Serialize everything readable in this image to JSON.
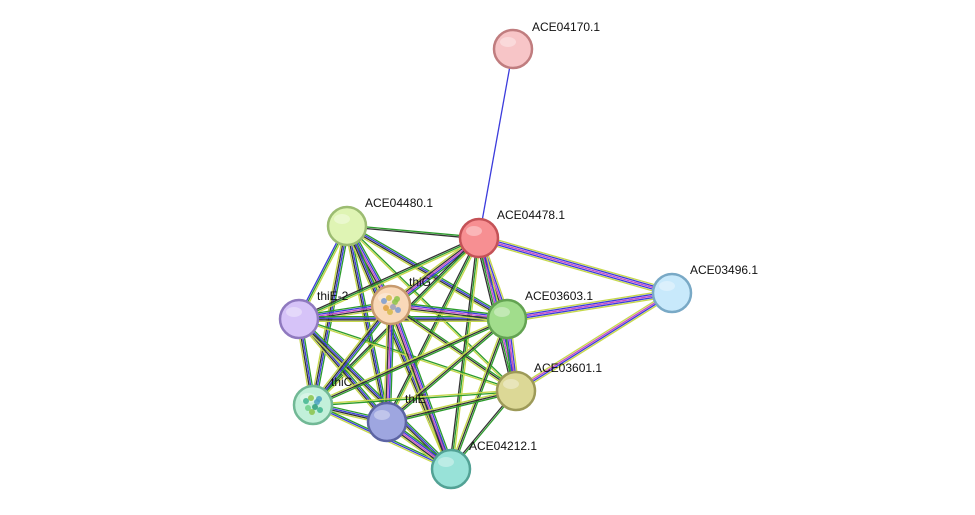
{
  "network": {
    "nodes": [
      {
        "id": "ACE04170.1",
        "label": "ACE04170.1",
        "fill": "#f7c5c7",
        "stroke": "#c07d7f"
      },
      {
        "id": "ACE04480.1",
        "label": "ACE04480.1",
        "fill": "#dff4b4",
        "stroke": "#9cbc72"
      },
      {
        "id": "ACE04478.1",
        "label": "ACE04478.1",
        "fill": "#f78f92",
        "stroke": "#c45257"
      },
      {
        "id": "ACE03496.1",
        "label": "ACE03496.1",
        "fill": "#c8e9fb",
        "stroke": "#79a9c6"
      },
      {
        "id": "thiE-2",
        "label": "thiE-2",
        "fill": "#d6c3f8",
        "stroke": "#8f79bf"
      },
      {
        "id": "thiG",
        "label": "thiG",
        "fill": "#f9d9b9",
        "stroke": "#c79a6e"
      },
      {
        "id": "ACE03603.1",
        "label": "ACE03603.1",
        "fill": "#a1dd8c",
        "stroke": "#63a352"
      },
      {
        "id": "ACE03601.1",
        "label": "ACE03601.1",
        "fill": "#dcd896",
        "stroke": "#9d9a58"
      },
      {
        "id": "thiC",
        "label": "thiC",
        "fill": "#c2f0da",
        "stroke": "#71b895"
      },
      {
        "id": "thiE",
        "label": "thiE",
        "fill": "#9ea6e0",
        "stroke": "#5c64a3"
      },
      {
        "id": "ACE04212.1",
        "label": "ACE04212.1",
        "fill": "#98e2d8",
        "stroke": "#52a295"
      }
    ],
    "edges": [
      {
        "a": "ACE04170.1",
        "b": "ACE04478.1",
        "colors": [
          "#3b3bdc"
        ]
      },
      {
        "a": "ACE04478.1",
        "b": "ACE03496.1",
        "colors": [
          "#c6d84a",
          "#3b3bdc",
          "#c74ac7",
          "#3b3bdc",
          "#c6d84a"
        ]
      },
      {
        "a": "ACE03603.1",
        "b": "ACE03496.1",
        "colors": [
          "#c6d84a",
          "#3b3bdc",
          "#c74ac7",
          "#3b3bdc",
          "#c6d84a"
        ]
      },
      {
        "a": "ACE03601.1",
        "b": "ACE03496.1",
        "colors": [
          "#c6d84a",
          "#c74ac7",
          "#3b3bdc",
          "#c6d84a"
        ]
      },
      {
        "a": "ACE04480.1",
        "b": "ACE04478.1",
        "colors": [
          "#2c9c2c",
          "#333333"
        ]
      },
      {
        "a": "ACE04480.1",
        "b": "thiE-2",
        "colors": [
          "#c6d84a",
          "#2c9c2c",
          "#3b3bdc"
        ]
      },
      {
        "a": "ACE04480.1",
        "b": "thiG",
        "colors": [
          "#2c9c2c",
          "#3b3bdc",
          "#c74ac7",
          "#333333",
          "#c6d84a"
        ]
      },
      {
        "a": "ACE04480.1",
        "b": "ACE03603.1",
        "colors": [
          "#2c9c2c",
          "#3b3bdc",
          "#333333",
          "#c6d84a"
        ]
      },
      {
        "a": "ACE04480.1",
        "b": "ACE03601.1",
        "colors": [
          "#2c9c2c",
          "#c6d84a"
        ]
      },
      {
        "a": "ACE04480.1",
        "b": "thiC",
        "colors": [
          "#2c9c2c",
          "#3b3bdc",
          "#333333",
          "#c6d84a"
        ]
      },
      {
        "a": "ACE04480.1",
        "b": "thiE",
        "colors": [
          "#2c9c2c",
          "#3b3bdc",
          "#333333",
          "#c6d84a"
        ]
      },
      {
        "a": "ACE04480.1",
        "b": "ACE04212.1",
        "colors": [
          "#2c9c2c",
          "#3b3bdc",
          "#333333",
          "#c6d84a"
        ]
      },
      {
        "a": "ACE04478.1",
        "b": "thiE-2",
        "colors": [
          "#c6d84a",
          "#2c9c2c",
          "#333333"
        ]
      },
      {
        "a": "ACE04478.1",
        "b": "thiG",
        "colors": [
          "#2c9c2c",
          "#3b3bdc",
          "#c74ac7",
          "#333333",
          "#c6d84a"
        ]
      },
      {
        "a": "ACE04478.1",
        "b": "ACE03603.1",
        "colors": [
          "#c6d84a",
          "#3b3bdc",
          "#c74ac7",
          "#333333",
          "#2c9c2c"
        ]
      },
      {
        "a": "ACE04478.1",
        "b": "ACE03601.1",
        "colors": [
          "#c6d84a",
          "#3b3bdc",
          "#c74ac7",
          "#2c9c2c",
          "#333333"
        ]
      },
      {
        "a": "ACE04478.1",
        "b": "thiC",
        "colors": [
          "#c6d84a",
          "#2c9c2c",
          "#333333"
        ]
      },
      {
        "a": "ACE04478.1",
        "b": "thiE",
        "colors": [
          "#c6d84a",
          "#2c9c2c",
          "#333333"
        ]
      },
      {
        "a": "ACE04478.1",
        "b": "ACE04212.1",
        "colors": [
          "#c6d84a",
          "#2c9c2c",
          "#333333"
        ]
      },
      {
        "a": "thiE-2",
        "b": "thiG",
        "colors": [
          "#2c9c2c",
          "#3b3bdc",
          "#c74ac7",
          "#333333",
          "#c6d84a"
        ]
      },
      {
        "a": "thiE-2",
        "b": "ACE03603.1",
        "colors": [
          "#2c9c2c",
          "#3b3bdc",
          "#333333",
          "#c6d84a"
        ]
      },
      {
        "a": "thiE-2",
        "b": "ACE03601.1",
        "colors": [
          "#2c9c2c",
          "#c6d84a"
        ]
      },
      {
        "a": "thiE-2",
        "b": "thiC",
        "colors": [
          "#2c9c2c",
          "#3b3bdc",
          "#333333",
          "#c6d84a"
        ]
      },
      {
        "a": "thiE-2",
        "b": "thiE",
        "colors": [
          "#2c9c2c",
          "#3b3bdc",
          "#333333",
          "#c6d84a"
        ]
      },
      {
        "a": "thiE-2",
        "b": "ACE04212.1",
        "colors": [
          "#2c9c2c",
          "#3b3bdc",
          "#333333",
          "#c6d84a"
        ]
      },
      {
        "a": "thiG",
        "b": "ACE03603.1",
        "colors": [
          "#2c9c2c",
          "#3b3bdc",
          "#c74ac7",
          "#333333",
          "#c6d84a"
        ]
      },
      {
        "a": "thiG",
        "b": "ACE03601.1",
        "colors": [
          "#2c9c2c",
          "#333333",
          "#c6d84a"
        ]
      },
      {
        "a": "thiG",
        "b": "thiC",
        "colors": [
          "#2c9c2c",
          "#3b3bdc",
          "#333333",
          "#c6d84a"
        ]
      },
      {
        "a": "thiG",
        "b": "thiE",
        "colors": [
          "#2c9c2c",
          "#3b3bdc",
          "#c74ac7",
          "#333333",
          "#c6d84a"
        ]
      },
      {
        "a": "thiG",
        "b": "ACE04212.1",
        "colors": [
          "#2c9c2c",
          "#3b3bdc",
          "#c74ac7",
          "#333333",
          "#c6d84a"
        ]
      },
      {
        "a": "ACE03603.1",
        "b": "ACE03601.1",
        "colors": [
          "#c6d84a",
          "#3b3bdc",
          "#c74ac7",
          "#3b3bdc",
          "#2c9c2c"
        ]
      },
      {
        "a": "ACE03603.1",
        "b": "thiC",
        "colors": [
          "#2c9c2c",
          "#333333",
          "#c6d84a"
        ]
      },
      {
        "a": "ACE03603.1",
        "b": "thiE",
        "colors": [
          "#2c9c2c",
          "#333333",
          "#c6d84a"
        ]
      },
      {
        "a": "ACE03603.1",
        "b": "ACE04212.1",
        "colors": [
          "#2c9c2c",
          "#333333",
          "#c6d84a"
        ]
      },
      {
        "a": "ACE03601.1",
        "b": "thiC",
        "colors": [
          "#2c9c2c",
          "#c6d84a"
        ]
      },
      {
        "a": "ACE03601.1",
        "b": "thiE",
        "colors": [
          "#2c9c2c",
          "#333333",
          "#c6d84a"
        ]
      },
      {
        "a": "ACE03601.1",
        "b": "ACE04212.1",
        "colors": [
          "#2c9c2c",
          "#333333"
        ]
      },
      {
        "a": "thiC",
        "b": "thiE",
        "colors": [
          "#2c9c2c",
          "#3b3bdc",
          "#333333",
          "#c6d84a"
        ]
      },
      {
        "a": "thiC",
        "b": "ACE04212.1",
        "colors": [
          "#2c9c2c",
          "#3b3bdc",
          "#c6d84a"
        ]
      },
      {
        "a": "thiE",
        "b": "ACE04212.1",
        "colors": [
          "#2c9c2c",
          "#3b3bdc",
          "#c74ac7",
          "#333333",
          "#c6d84a"
        ]
      }
    ]
  }
}
